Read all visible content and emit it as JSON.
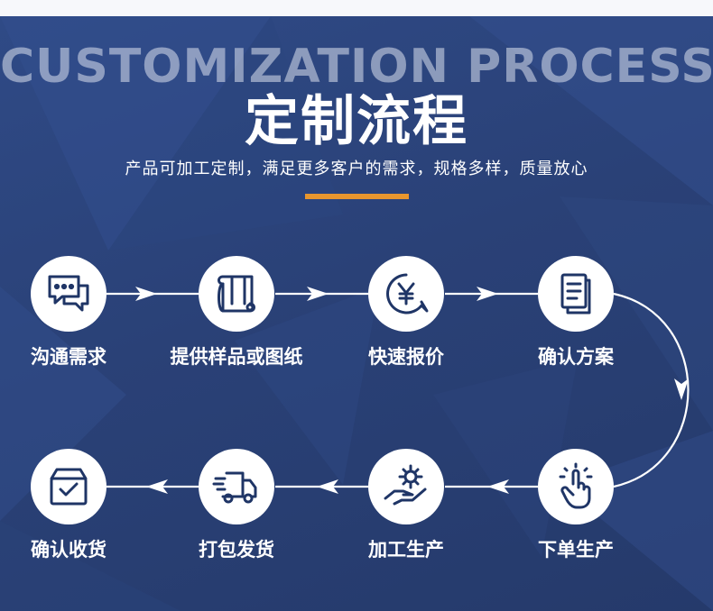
{
  "header": {
    "title_en": "CUSTOMIZATION PROCESS",
    "title_cn": "定制流程",
    "subtitle": "产品可加工定制，满足更多客户的需求，规格多样，质量放心"
  },
  "colors": {
    "background": "#2a4177",
    "accent": "#e8962e",
    "icon_stroke": "#1f3566",
    "text": "#ffffff"
  },
  "steps": [
    {
      "label": "沟通需求",
      "icon": "chat-bubbles-icon"
    },
    {
      "label": "提供样品或图纸",
      "icon": "blueprint-scroll-icon"
    },
    {
      "label": "快速报价",
      "icon": "yen-coin-icon"
    },
    {
      "label": "确认方案",
      "icon": "document-stack-icon"
    },
    {
      "label": "下单生产",
      "icon": "tap-hand-icon"
    },
    {
      "label": "加工生产",
      "icon": "gear-hand-icon"
    },
    {
      "label": "打包发货",
      "icon": "delivery-truck-icon"
    },
    {
      "label": "确认收货",
      "icon": "checked-box-icon"
    }
  ]
}
